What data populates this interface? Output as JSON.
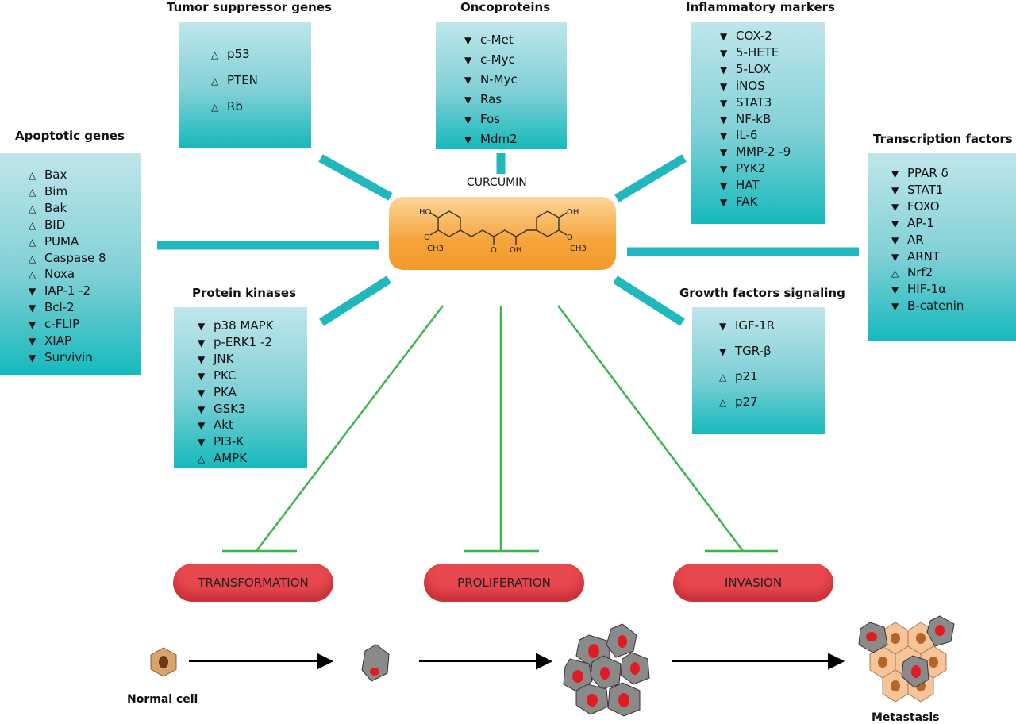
{
  "center": {
    "label": "CURCUMIN"
  },
  "molecule_labels": {
    "oh1": "HO",
    "och3_1": "O",
    "ch3_1": "CH3",
    "keto": "O",
    "enol": "OH",
    "oh2": "OH",
    "och3_2": "O",
    "ch3_2": "CH3"
  },
  "colors": {
    "box_gradient_top": "#bfe6ea",
    "box_gradient_bottom": "#16b9bc",
    "connector": "#20b8bd",
    "inhibit_line": "#3cb54a",
    "pill": "#e8474e",
    "curcumin": "#f6a43b"
  },
  "legend_markers": {
    "up": "△",
    "down": "▼"
  },
  "groups": {
    "tumor_suppressor": {
      "title": "Tumor suppressor genes",
      "items": [
        {
          "mark": "△",
          "text": "p53"
        },
        {
          "mark": "△",
          "text": "PTEN"
        },
        {
          "mark": "△",
          "text": "Rb"
        }
      ]
    },
    "oncoproteins": {
      "title": "Oncoproteins",
      "items": [
        {
          "mark": "▼",
          "text": "c-Met"
        },
        {
          "mark": "▼",
          "text": "c-Myc"
        },
        {
          "mark": "▼",
          "text": "N-Myc"
        },
        {
          "mark": "▼",
          "text": "Ras"
        },
        {
          "mark": "▼",
          "text": "Fos"
        },
        {
          "mark": "▼",
          "text": "Mdm2"
        }
      ]
    },
    "inflammatory": {
      "title": "Inflammatory markers",
      "items": [
        {
          "mark": "▼",
          "text": "COX-2"
        },
        {
          "mark": "▼",
          "text": "5-HETE"
        },
        {
          "mark": "▼",
          "text": "5-LOX"
        },
        {
          "mark": "▼",
          "text": "iNOS"
        },
        {
          "mark": "▼",
          "text": "STAT3"
        },
        {
          "mark": "▼",
          "text": "NF-kB"
        },
        {
          "mark": "▼",
          "text": "IL-6"
        },
        {
          "mark": "▼",
          "text": "MMP-2 -9"
        },
        {
          "mark": "▼",
          "text": "PYK2"
        },
        {
          "mark": "▼",
          "text": "HAT"
        },
        {
          "mark": "▼",
          "text": "FAK"
        }
      ]
    },
    "apoptotic": {
      "title": "Apoptotic genes",
      "items": [
        {
          "mark": "△",
          "text": "Bax"
        },
        {
          "mark": "△",
          "text": "Bim"
        },
        {
          "mark": "△",
          "text": "Bak"
        },
        {
          "mark": "△",
          "text": "BID"
        },
        {
          "mark": "△",
          "text": "PUMA"
        },
        {
          "mark": "△",
          "text": "Caspase 8"
        },
        {
          "mark": "△",
          "text": "Noxa"
        },
        {
          "mark": "▼",
          "text": "IAP-1 -2"
        },
        {
          "mark": "▼",
          "text": "Bcl-2"
        },
        {
          "mark": "▼",
          "text": "c-FLIP"
        },
        {
          "mark": "▼",
          "text": "XIAP"
        },
        {
          "mark": "▼",
          "text": "Survivin"
        }
      ]
    },
    "transcription": {
      "title": "Transcription factors",
      "items": [
        {
          "mark": "▼",
          "text": "PPAR δ"
        },
        {
          "mark": "▼",
          "text": "STAT1"
        },
        {
          "mark": "▼",
          "text": "FOXO"
        },
        {
          "mark": "▼",
          "text": "AP-1"
        },
        {
          "mark": "▼",
          "text": "AR"
        },
        {
          "mark": "▼",
          "text": "ARNT"
        },
        {
          "mark": "△",
          "text": "Nrf2"
        },
        {
          "mark": "▼",
          "text": "HIF-1α"
        },
        {
          "mark": "▼",
          "text": "B-catenin"
        }
      ]
    },
    "protein_kinases": {
      "title": "Protein kinases",
      "items": [
        {
          "mark": "▼",
          "text": "p38 MAPK"
        },
        {
          "mark": "▼",
          "text": "p-ERK1 -2"
        },
        {
          "mark": "▼",
          "text": "JNK"
        },
        {
          "mark": "▼",
          "text": "PKC"
        },
        {
          "mark": "▼",
          "text": "PKA"
        },
        {
          "mark": "▼",
          "text": "GSK3"
        },
        {
          "mark": "▼",
          "text": "Akt"
        },
        {
          "mark": "▼",
          "text": "PI3-K"
        },
        {
          "mark": "△",
          "text": "AMPK"
        }
      ]
    },
    "growth_factors": {
      "title": "Growth factors signaling",
      "items": [
        {
          "mark": "▼",
          "text": "IGF-1R"
        },
        {
          "mark": "▼",
          "text": "TGR-β"
        },
        {
          "mark": "△",
          "text": "p21"
        },
        {
          "mark": "△",
          "text": "p27"
        }
      ]
    }
  },
  "processes": {
    "transformation": "TRANSFORMATION",
    "proliferation": "PROLIFERATION",
    "invasion": "INVASION"
  },
  "cells": {
    "normal": "Normal cell",
    "metastasis": "Metastasis"
  }
}
